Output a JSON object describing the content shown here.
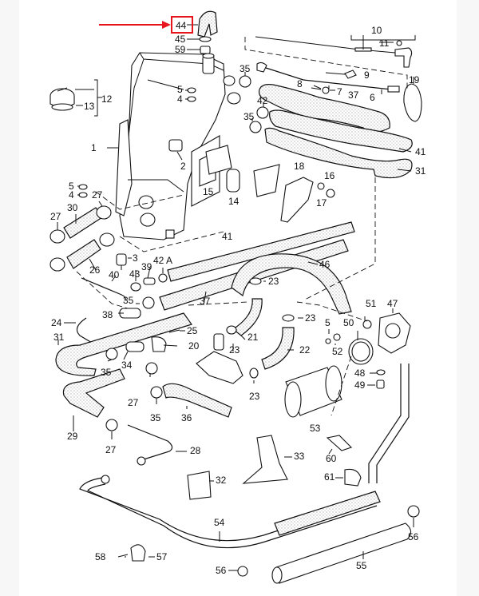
{
  "diagram": {
    "title": "Oil tank and oil line parts diagram",
    "highlight": {
      "label": "44",
      "color": "#e8141c"
    },
    "labels": {
      "l44": "44",
      "l45": "45",
      "l59": "59",
      "l10": "10",
      "l11": "11",
      "l12": "12",
      "l13": "13",
      "l35a": "35",
      "l9": "9",
      "l8": "8",
      "l7": "7",
      "l6": "6",
      "l19": "19",
      "l37a": "37",
      "l42a": "42",
      "l35b": "35",
      "l5a": "5",
      "l4a": "4",
      "l1": "1",
      "l2": "2",
      "l41a": "41",
      "l31a": "31",
      "l5b": "5",
      "l4b": "4",
      "l27a": "27",
      "l30": "30",
      "l27b": "27",
      "l18": "18",
      "l16": "16",
      "l17": "17",
      "l15": "15",
      "l14": "14",
      "l3": "3",
      "l26": "26",
      "l40": "40",
      "l43": "43",
      "l39": "39",
      "l42A": "42 A",
      "l41b": "41",
      "l46": "46",
      "l37b": "37",
      "l23a": "23",
      "l35c": "35",
      "l38": "38",
      "l23b": "23",
      "l24": "24",
      "l51": "51",
      "l47": "47",
      "l25": "25",
      "l21": "21",
      "l5c": "5",
      "l50": "50",
      "l31b": "31",
      "l20": "20",
      "l22": "22",
      "l23c": "23",
      "l52": "52",
      "l34": "34",
      "l35d": "35",
      "l23d": "23",
      "l48": "48",
      "l49": "49",
      "l27c": "27",
      "l35e": "35",
      "l36": "36",
      "l29": "29",
      "l53": "53",
      "l27d": "27",
      "l28": "28",
      "l33": "33",
      "l60": "60",
      "l61": "61",
      "l32": "32",
      "l54": "54",
      "l56a": "56",
      "l58": "58",
      "l57": "57",
      "l55": "55",
      "l56b": "56"
    }
  }
}
